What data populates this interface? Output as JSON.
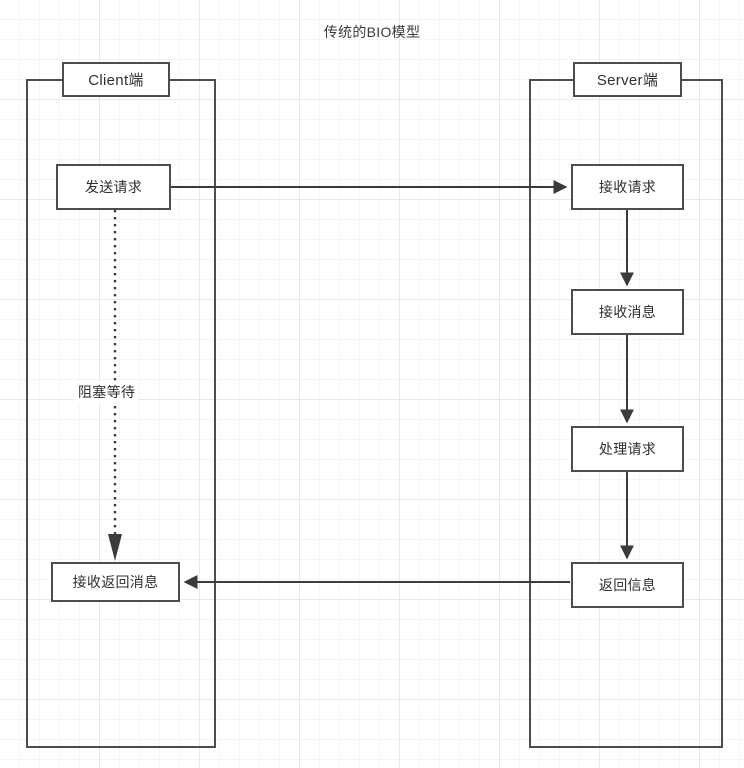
{
  "diagram": {
    "title": "传统的BIO模型",
    "type": "flowchart",
    "background": "grid",
    "colors": {
      "stroke": "#4d4d4d",
      "text": "#2f2f2f",
      "grid_minor": "#f5f5f5",
      "grid_major": "#e8e8e8",
      "canvas": "#ffffff"
    }
  },
  "lanes": [
    {
      "id": "client",
      "label": "Client端"
    },
    {
      "id": "server",
      "label": "Server端"
    }
  ],
  "nodes": {
    "client_title": "Client端",
    "send_request": "发送请求",
    "recv_response": "接收返回消息",
    "server_title": "Server端",
    "recv_request": "接收请求",
    "recv_message": "接收消息",
    "handle_request": "处理请求",
    "return_info": "返回信息"
  },
  "labels": {
    "blocking_wait": "阻塞等待"
  },
  "edges": [
    {
      "id": "send-to-recv-request",
      "from": "发送请求",
      "to": "接收请求",
      "style": "solid",
      "direction": "right"
    },
    {
      "id": "blocking-wait",
      "from": "发送请求",
      "to": "接收返回消息",
      "style": "dotted",
      "direction": "down",
      "label": "阻塞等待"
    },
    {
      "id": "recv-request-to-recv-message",
      "from": "接收请求",
      "to": "接收消息",
      "style": "solid",
      "direction": "down"
    },
    {
      "id": "recv-message-to-handle",
      "from": "接收消息",
      "to": "处理请求",
      "style": "solid",
      "direction": "down"
    },
    {
      "id": "handle-to-return",
      "from": "处理请求",
      "to": "返回信息",
      "style": "solid",
      "direction": "down"
    },
    {
      "id": "return-to-recv-response",
      "from": "返回信息",
      "to": "接收返回消息",
      "style": "solid",
      "direction": "left"
    }
  ]
}
